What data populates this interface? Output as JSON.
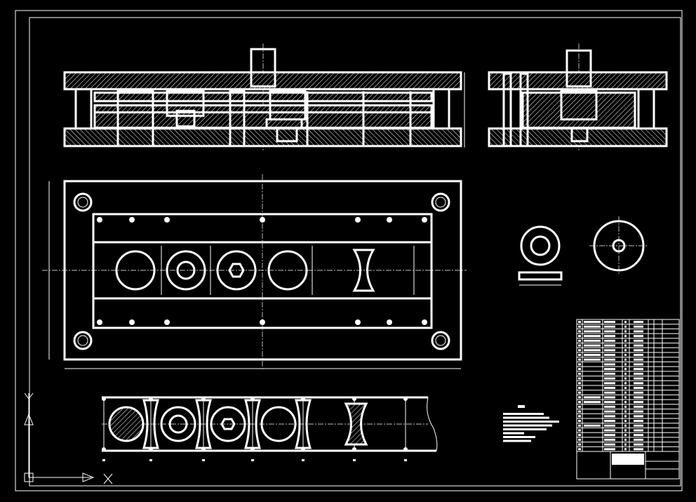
{
  "colors": {
    "background": "#000000",
    "lines": "#ffffff"
  },
  "views": [
    "front-section-view",
    "side-section-view",
    "plan-view",
    "part-detail-ring",
    "part-detail-disc",
    "strip-layout",
    "technical-notes",
    "parts-list",
    "title-block"
  ],
  "ucs_icon": {
    "x_axis": "X",
    "y_axis": "Y"
  }
}
